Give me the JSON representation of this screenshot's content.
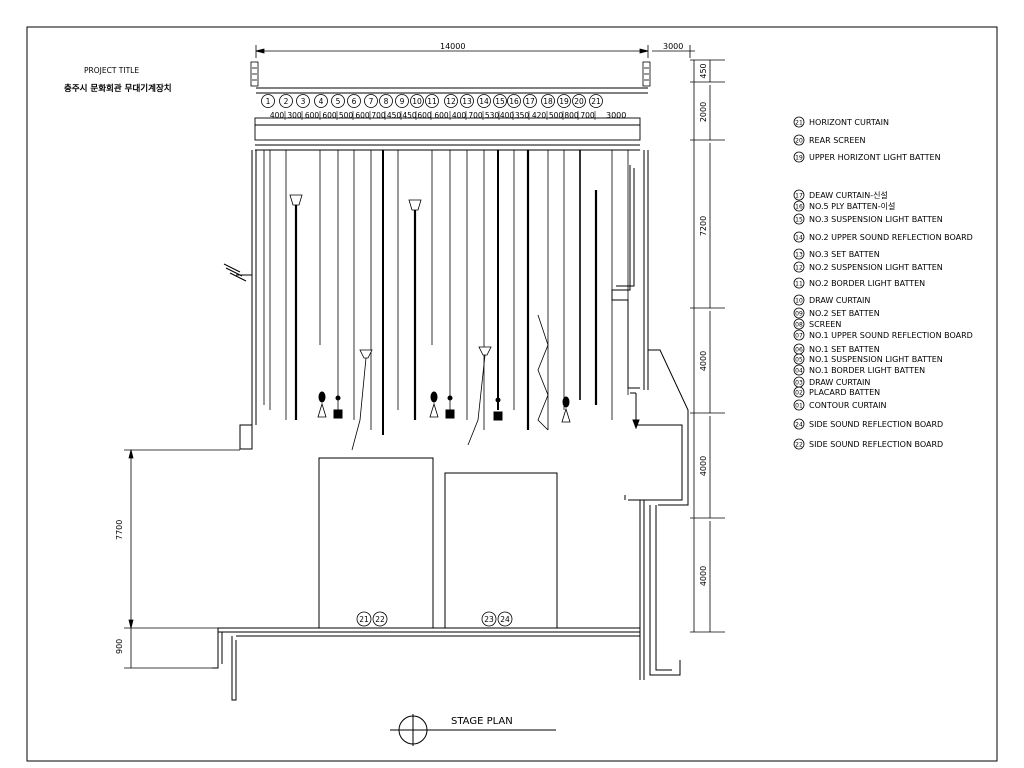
{
  "project_title_label": "PROJECT TITLE",
  "project_title": "충주시 문화회관 무대기계장치",
  "plan_title": "STAGE PLAN",
  "top_dims": {
    "width": "14000",
    "side": "3000",
    "inner": "3000"
  },
  "right_dims": [
    "450",
    "2000",
    "7200",
    "4000",
    "4000",
    "4000"
  ],
  "left_dims": [
    "7700",
    "900"
  ],
  "batten_numbers": [
    "1",
    "2",
    "3",
    "4",
    "5",
    "6",
    "7",
    "8",
    "9",
    "10",
    "11",
    "12",
    "13",
    "14",
    "15",
    "16",
    "17",
    "18",
    "19",
    "20",
    "21"
  ],
  "batten_spacings": [
    "400",
    "300",
    "600",
    "600",
    "500",
    "600",
    "700",
    "450",
    "450",
    "600",
    "600",
    "400",
    "700",
    "530",
    "400",
    "350",
    "420",
    "500",
    "800",
    "700"
  ],
  "lift_labels": {
    "left": [
      "21",
      "22"
    ],
    "right": [
      "23",
      "24"
    ]
  },
  "legend": [
    {
      "num": "21",
      "text": "HORIZONT CURTAIN"
    },
    {
      "num": "20",
      "text": "REAR  SCREEN"
    },
    {
      "num": "19",
      "text": "UPPER HORIZONT LIGHT BATTEN"
    },
    {
      "num": "17",
      "text": "DEAW CURTAIN-신설"
    },
    {
      "num": "16",
      "text": "NO.5 PLY BATTEN-이설"
    },
    {
      "num": "15",
      "text": "NO.3 SUSPENSION LIGHT BATTEN"
    },
    {
      "num": "14",
      "text": "NO.2 UPPER SOUND REFLECTION BOARD"
    },
    {
      "num": "13",
      "text": "NO.3 SET BATTEN"
    },
    {
      "num": "12",
      "text": "NO.2 SUSPENSION  LIGHT  BATTEN"
    },
    {
      "num": "11",
      "text": "NO.2 BORDER LIGHT BATTEN"
    },
    {
      "num": "10",
      "text": "DRAW CURTAIN"
    },
    {
      "num": "09",
      "text": "NO.2 SET BATTEN"
    },
    {
      "num": "08",
      "text": "SCREEN"
    },
    {
      "num": "07",
      "text": "NO.1 UPPER SOUND REFLECTION BOARD"
    },
    {
      "num": "06",
      "text": "NO.1 SET BATTEN"
    },
    {
      "num": "05",
      "text": "NO.1  SUSPENSION LIGHT BATTEN"
    },
    {
      "num": "04",
      "text": "NO.1 BORDER LIGHT BATTEN"
    },
    {
      "num": "03",
      "text": "DRAW CURTAIN"
    },
    {
      "num": "02",
      "text": "PLACARD BATTEN"
    },
    {
      "num": "01",
      "text": "CONTOUR CURTAIN"
    },
    {
      "num": "24",
      "text": "SIDE SOUND REFLECTION BOARD"
    },
    {
      "num": "22",
      "text": "SIDE SOUND REFLECTION BOARD"
    }
  ],
  "colors": {
    "line": "#000000",
    "background": "#ffffff"
  }
}
